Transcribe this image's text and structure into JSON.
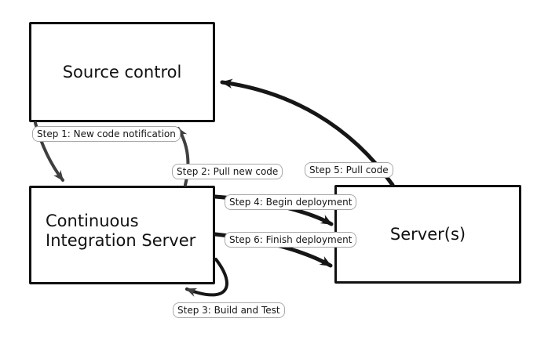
{
  "colors": {
    "background": "#ffffff",
    "box_border": "#111111",
    "box_fill": "#ffffff",
    "text": "#111111",
    "arrow_dark": "#161616",
    "arrow_gray": "#3f3f3f",
    "label_border": "#a8a8a8",
    "label_fill": "#ffffff"
  },
  "diagram": {
    "type": "flow",
    "nodes": [
      {
        "id": "source-control",
        "label": "Source control"
      },
      {
        "id": "ci-server",
        "label": "Continuous Integration Server"
      },
      {
        "id": "servers",
        "label": "Server(s)"
      }
    ],
    "edges": [
      {
        "step": 1,
        "label": "Step 1: New code notification",
        "from": "source-control",
        "to": "ci-server"
      },
      {
        "step": 2,
        "label": "Step 2: Pull new code",
        "from": "ci-server",
        "to": "source-control"
      },
      {
        "step": 3,
        "label": "Step 3: Build and Test",
        "from": "ci-server",
        "to": "ci-server"
      },
      {
        "step": 4,
        "label": "Step 4: Begin deployment",
        "from": "ci-server",
        "to": "servers"
      },
      {
        "step": 5,
        "label": "Step 5: Pull code",
        "from": "servers",
        "to": "source-control"
      },
      {
        "step": 6,
        "label": "Step 6: Finish deployment",
        "from": "ci-server",
        "to": "servers"
      }
    ]
  }
}
